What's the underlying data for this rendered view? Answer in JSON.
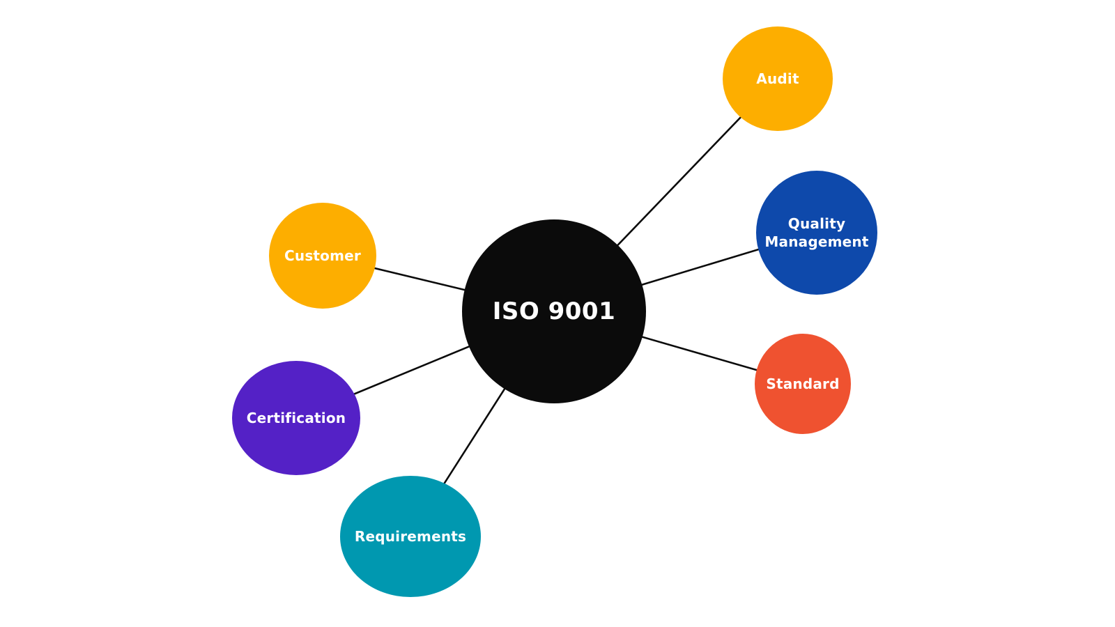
{
  "diagram": {
    "type": "mind-map",
    "background_color": "#ffffff",
    "connector_color": "#0b0b0b",
    "label_text_color": "#ffffff",
    "center": {
      "id": "iso-9001",
      "label": "ISO 9001",
      "color": "#0b0b0b"
    },
    "nodes": [
      {
        "id": "audit",
        "label": "Audit",
        "color": "#fdae00"
      },
      {
        "id": "quality-management",
        "label": "Quality Management",
        "color": "#0e49ab"
      },
      {
        "id": "standard",
        "label": "Standard",
        "color": "#ef5230"
      },
      {
        "id": "customer",
        "label": "Customer",
        "color": "#fdae00"
      },
      {
        "id": "certification",
        "label": "Certification",
        "color": "#5421c6"
      },
      {
        "id": "requirements",
        "label": "Requirements",
        "color": "#0098b0"
      }
    ]
  }
}
